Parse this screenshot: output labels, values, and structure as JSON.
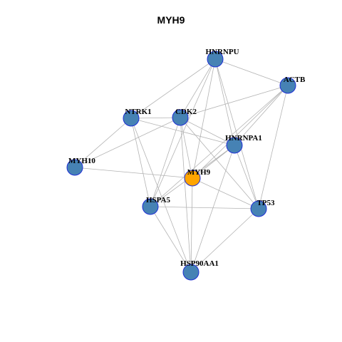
{
  "title": "MYH9",
  "colors": {
    "node_fill": "#4682b4",
    "node_stroke": "#1f2fd6",
    "hub_fill": "#ffa500",
    "edge": "#b3b3b3"
  },
  "nodes": [
    {
      "id": "HNRNPU",
      "label": "HNRNPU",
      "hub": false
    },
    {
      "id": "ACTB",
      "label": "ACTB",
      "hub": false
    },
    {
      "id": "NTRK1",
      "label": "NTRK1",
      "hub": false
    },
    {
      "id": "CDK2",
      "label": "CDK2",
      "hub": false
    },
    {
      "id": "HNRNPA1",
      "label": "HNRNPA1",
      "hub": false
    },
    {
      "id": "MYH10",
      "label": "MYH10",
      "hub": false
    },
    {
      "id": "MYH9",
      "label": "MYH9",
      "hub": true
    },
    {
      "id": "HSPA5",
      "label": "HSPA5",
      "hub": false
    },
    {
      "id": "TP53",
      "label": "TP53",
      "hub": false
    },
    {
      "id": "HSP90AA1",
      "label": "HSP90AA1",
      "hub": false
    }
  ],
  "edges": [
    [
      "HNRNPU",
      "ACTB"
    ],
    [
      "HNRNPU",
      "NTRK1"
    ],
    [
      "HNRNPU",
      "CDK2"
    ],
    [
      "HNRNPU",
      "HNRNPA1"
    ],
    [
      "HNRNPU",
      "MYH9"
    ],
    [
      "HNRNPU",
      "HSPA5"
    ],
    [
      "HNRNPU",
      "TP53"
    ],
    [
      "ACTB",
      "CDK2"
    ],
    [
      "ACTB",
      "HNRNPA1"
    ],
    [
      "ACTB",
      "MYH9"
    ],
    [
      "ACTB",
      "TP53"
    ],
    [
      "ACTB",
      "HSPA5"
    ],
    [
      "NTRK1",
      "CDK2"
    ],
    [
      "NTRK1",
      "MYH10"
    ],
    [
      "NTRK1",
      "HNRNPA1"
    ],
    [
      "NTRK1",
      "HSPA5"
    ],
    [
      "NTRK1",
      "HSP90AA1"
    ],
    [
      "CDK2",
      "HNRNPA1"
    ],
    [
      "CDK2",
      "MYH10"
    ],
    [
      "CDK2",
      "HSPA5"
    ],
    [
      "CDK2",
      "TP53"
    ],
    [
      "CDK2",
      "HSP90AA1"
    ],
    [
      "CDK2",
      "MYH9"
    ],
    [
      "HNRNPA1",
      "MYH9"
    ],
    [
      "HNRNPA1",
      "HSPA5"
    ],
    [
      "HNRNPA1",
      "TP53"
    ],
    [
      "HNRNPA1",
      "HSP90AA1"
    ],
    [
      "MYH10",
      "MYH9"
    ],
    [
      "MYH9",
      "TP53"
    ],
    [
      "MYH9",
      "HSP90AA1"
    ],
    [
      "HSPA5",
      "TP53"
    ],
    [
      "HSPA5",
      "HSP90AA1"
    ],
    [
      "TP53",
      "HSP90AA1"
    ]
  ]
}
